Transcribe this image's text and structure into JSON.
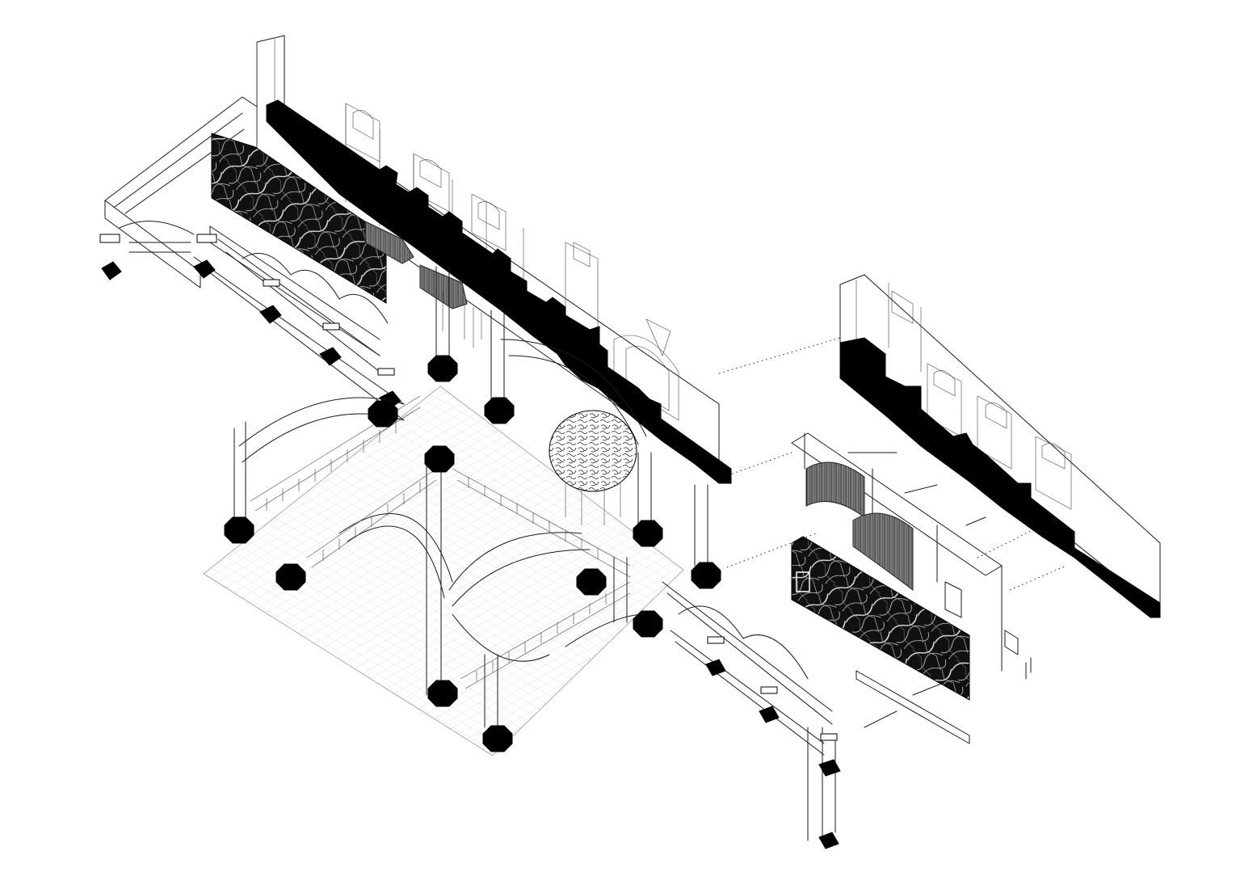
{
  "drawing": {
    "kind": "exploded axonometric architectural drawing",
    "colors": {
      "ink": "#1a1a1a",
      "poche": "#000000",
      "grid": "#bcbcbc",
      "background": "#ffffff",
      "marble_light": "#d9d9d9",
      "screen_grey": "#8a8a8a"
    },
    "components": [
      "upper-wall-with-black-section-cut",
      "left-marble-panel",
      "left-arcade-balcony",
      "central-courtyard-colonnade",
      "floor-grid",
      "circular-patterned-canopy",
      "right-wall-with-black-section-cut",
      "right-marble-panel",
      "curved-lattice-screens",
      "lower-right-arcade-bridge"
    ]
  }
}
